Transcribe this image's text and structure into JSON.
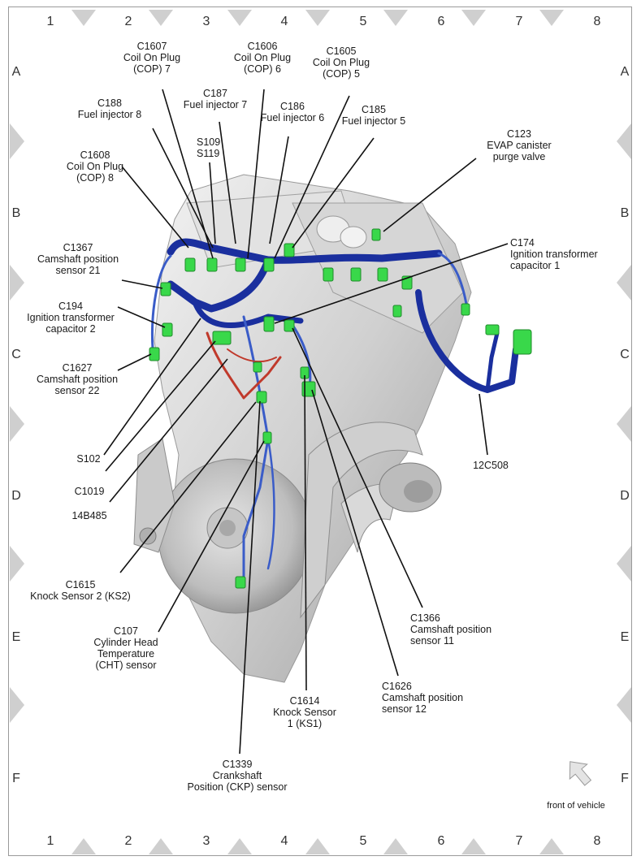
{
  "grid": {
    "columns": [
      "1",
      "2",
      "3",
      "4",
      "5",
      "6",
      "7",
      "8"
    ],
    "rows": [
      "A",
      "B",
      "C",
      "D",
      "E",
      "F"
    ]
  },
  "labels": {
    "c1607": {
      "code": "C1607",
      "line1": "Coil On Plug",
      "line2": "(COP) 7"
    },
    "c1606": {
      "code": "C1606",
      "line1": "Coil On Plug",
      "line2": "(COP) 6"
    },
    "c1605": {
      "code": "C1605",
      "line1": "Coil On Plug",
      "line2": "(COP) 5"
    },
    "c188": {
      "code": "C188",
      "line1": "Fuel injector 8"
    },
    "c187": {
      "code": "C187",
      "line1": "Fuel injector 7"
    },
    "c186": {
      "code": "C186",
      "line1": "Fuel injector 6"
    },
    "c185": {
      "code": "C185",
      "line1": "Fuel injector 5"
    },
    "s109": {
      "code": "S109"
    },
    "s119": {
      "code": "S119"
    },
    "c1608": {
      "code": "C1608",
      "line1": "Coil On Plug",
      "line2": "(COP) 8"
    },
    "c123": {
      "code": "C123",
      "line1": "EVAP canister",
      "line2": "purge valve"
    },
    "c174": {
      "code": "C174",
      "line1": "Ignition transformer",
      "line2": "capacitor 1"
    },
    "c1367": {
      "code": "C1367",
      "line1": "Camshaft position",
      "line2": "sensor 21"
    },
    "c194": {
      "code": "C194",
      "line1": "Ignition transformer",
      "line2": "capacitor 2"
    },
    "c1627": {
      "code": "C1627",
      "line1": "Camshaft position",
      "line2": "sensor 22"
    },
    "s102": {
      "code": "S102"
    },
    "c1019": {
      "code": "C1019"
    },
    "b14485": {
      "code": "14B485"
    },
    "c12508": {
      "code": "12C508"
    },
    "c1615": {
      "code": "C1615",
      "line1": "Knock Sensor 2 (KS2)"
    },
    "c107": {
      "code": "C107",
      "line1": "Cylinder Head",
      "line2": "Temperature",
      "line3": "(CHT) sensor"
    },
    "c1366": {
      "code": "C1366",
      "line1": "Camshaft position",
      "line2": "sensor 11"
    },
    "c1626": {
      "code": "C1626",
      "line1": "Camshaft position",
      "line2": "sensor 12"
    },
    "c1614": {
      "code": "C1614",
      "line1": "Knock Sensor",
      "line2": "1 (KS1)"
    },
    "c1339": {
      "code": "C1339",
      "line1": "Crankshaft",
      "line2": "Position (CKP) sensor"
    }
  },
  "orientation": {
    "text": "front of vehicle"
  },
  "colors": {
    "harness_main": "#1a2f9e",
    "harness_light": "#3a5cc8",
    "harness_red": "#c0392b",
    "connector": "#39d84a",
    "engine": "#d8d8d8",
    "marker": "#cfcfcf"
  }
}
